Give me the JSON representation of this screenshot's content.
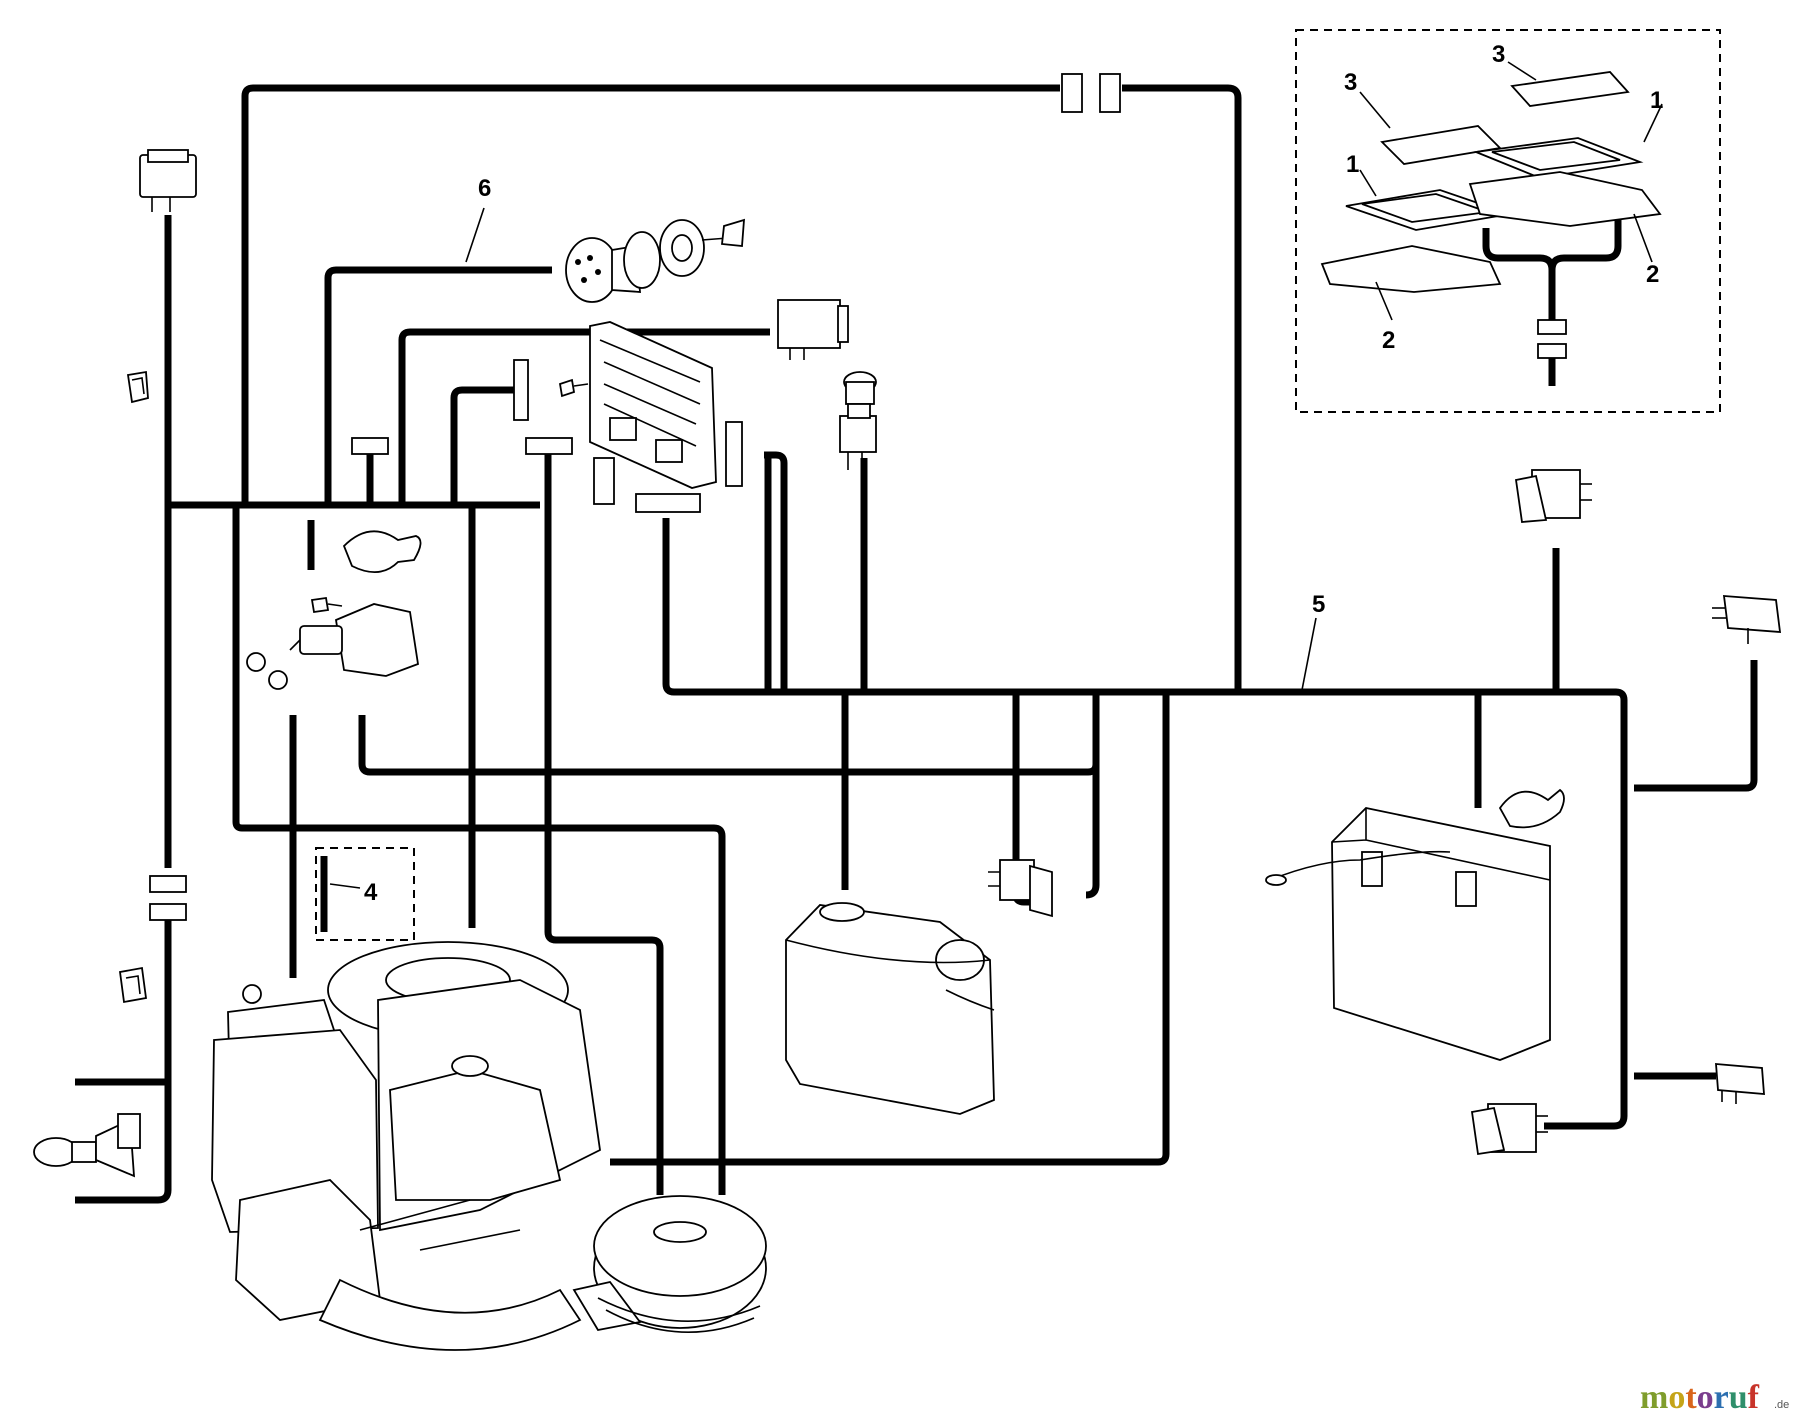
{
  "callouts": {
    "c1a": "1",
    "c1b": "1",
    "c2a": "2",
    "c2b": "2",
    "c3a": "3",
    "c3b": "3",
    "c4": "4",
    "c5": "5",
    "c6": "6"
  },
  "watermark": {
    "letters": [
      "m",
      "o",
      "t",
      "o",
      "r",
      "u",
      "f"
    ],
    "suffix": ".de"
  }
}
